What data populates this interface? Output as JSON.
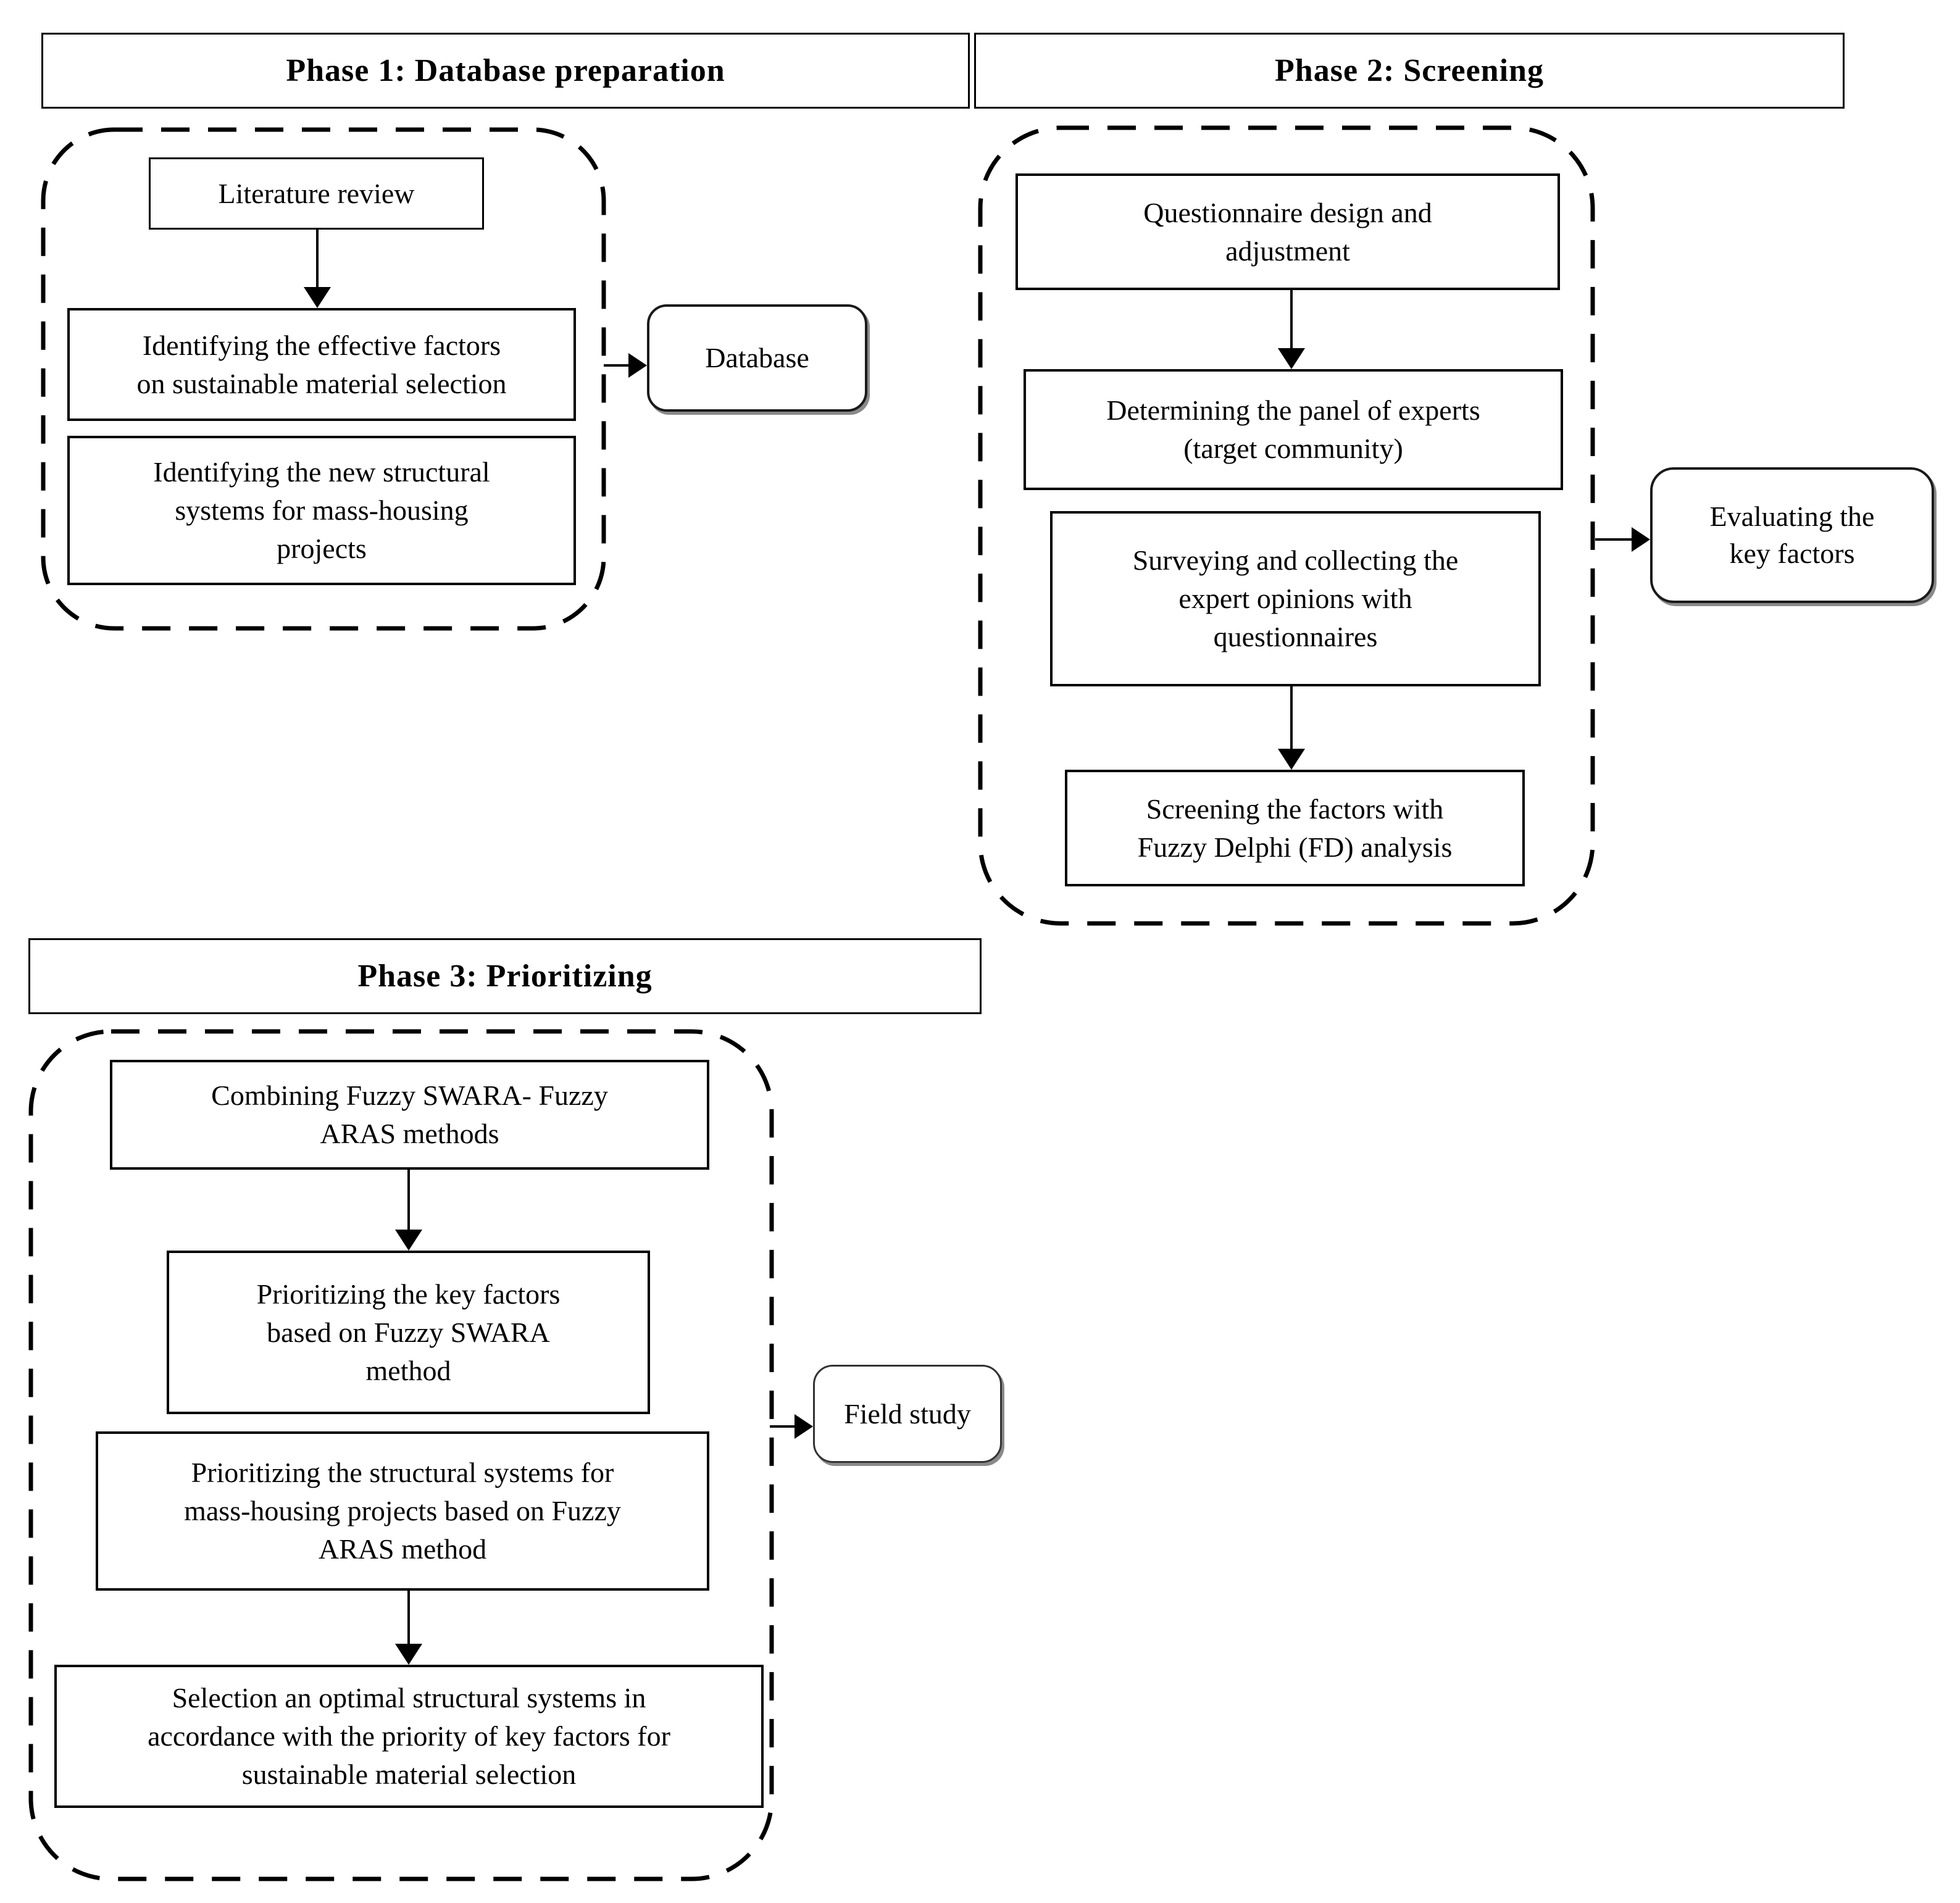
{
  "meta": {
    "background_color": "#ffffff",
    "line_color": "#000000",
    "shadow_color": "#8a8a8a",
    "text_color": "#000000"
  },
  "icons": {
    "arrow_down": "▼",
    "arrow_right": "►"
  },
  "phase1": {
    "title": "Phase 1: Database preparation",
    "box_literature": "Literature review",
    "box_identifying_factors": "Identifying the effective factors\non sustainable material selection",
    "box_identifying_systems": "Identifying the new structural\nsystems for mass-housing\nprojects",
    "side_box": "Database"
  },
  "phase2": {
    "title": "Phase 2: Screening",
    "box_questionnaire": "Questionnaire design and\nadjustment",
    "box_panel": "Determining the panel of experts\n(target community)",
    "box_surveying": "Surveying and collecting the\nexpert opinions with\nquestionnaires",
    "box_screening": "Screening the factors with\nFuzzy Delphi (FD) analysis",
    "side_box": "Evaluating the\nkey factors"
  },
  "phase3": {
    "title": "Phase 3: Prioritizing",
    "box_combining": "Combining Fuzzy SWARA- Fuzzy\nARAS methods",
    "box_prioritizing_factors": "Prioritizing the key factors\nbased on Fuzzy SWARA\nmethod",
    "box_prioritizing_systems": "Prioritizing the structural systems for\nmass-housing projects based on Fuzzy\nARAS method",
    "box_selection": "Selection an optimal structural systems in\naccordance with the priority of key factors for\nsustainable material selection",
    "side_box": "Field study"
  }
}
